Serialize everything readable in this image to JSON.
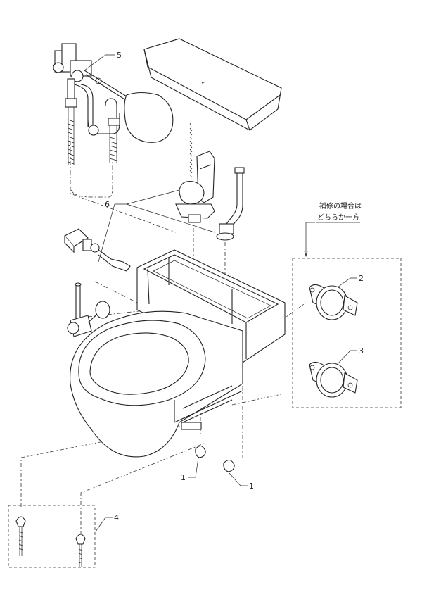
{
  "diagram": {
    "callouts": {
      "c1a": "1",
      "c1b": "1",
      "c2": "2",
      "c3": "3",
      "c4": "4",
      "c5": "5",
      "c6": "6"
    },
    "note_line1": "補修の場合は",
    "note_line2": "どちらか一方"
  }
}
